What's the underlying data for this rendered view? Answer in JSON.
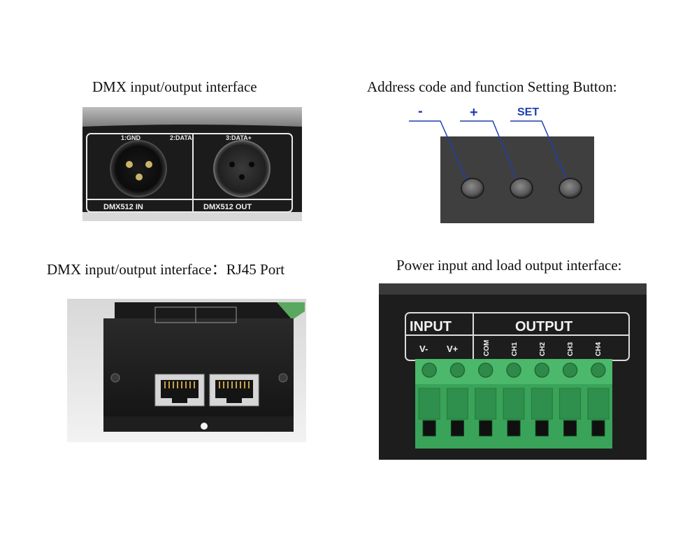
{
  "captions": {
    "dmx_xlr": "DMX input/output interface",
    "buttons": "Address code and function Setting Button:",
    "dmx_rj45": "DMX input/output interface：RJ45 Port",
    "power": "Power input and load output interface:"
  },
  "xlr_panel": {
    "pin_labels": [
      "1:GND",
      "2:DATA-",
      "3:DATA+"
    ],
    "in_label": "DMX512 IN",
    "out_label": "DMX512 OUT"
  },
  "button_panel": {
    "buttons": [
      "-",
      "+",
      "SET"
    ],
    "accent_color": "#1f3fb0"
  },
  "terminal_panel": {
    "input_label": "INPUT",
    "output_label": "OUTPUT",
    "terminals": [
      "V-",
      "V+",
      "COM",
      "CH1",
      "CH2",
      "CH3",
      "CH4"
    ],
    "block_color": "#3aa35a"
  }
}
